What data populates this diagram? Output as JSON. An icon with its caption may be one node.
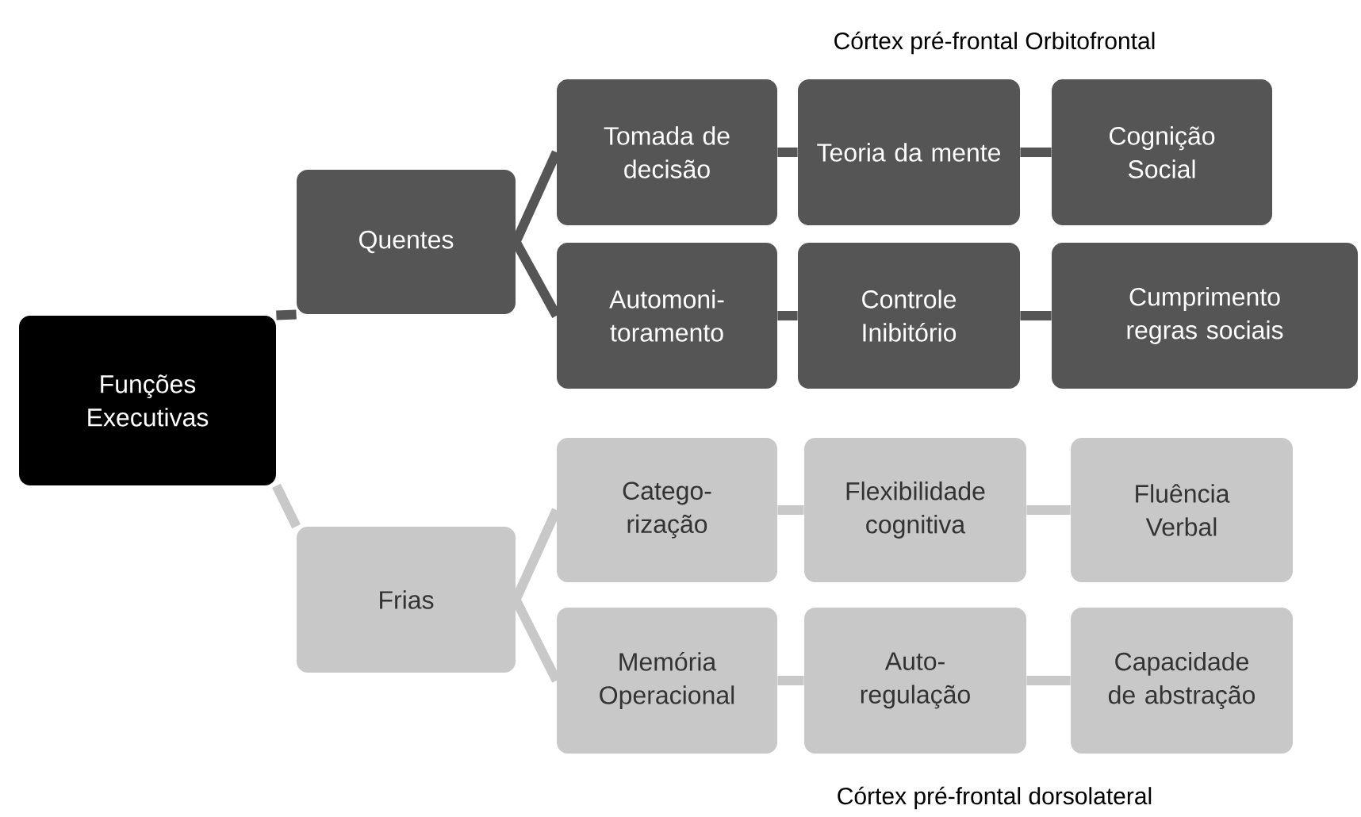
{
  "diagram": {
    "nodes": [
      {
        "text": [
          "Funções Executivas"
        ]
      },
      {
        "text": [
          "Quentes"
        ]
      },
      {
        "text": [
          "Tomada de decisão"
        ]
      },
      {
        "text": [
          "Teoria da mente"
        ]
      },
      {
        "text": [
          "Cognição Social"
        ]
      },
      {
        "text": [
          "Automoni- toramento"
        ]
      },
      {
        "text": [
          "Controle Inibitório"
        ]
      },
      {
        "text": [
          "Cumprimento regras sociais"
        ]
      },
      {
        "text": [
          "Frias"
        ]
      },
      {
        "text": [
          "Catego- rização"
        ]
      },
      {
        "text": [
          "Flexibilidade cognitiva"
        ]
      },
      {
        "text": [
          "Fluência Verbal"
        ]
      },
      {
        "text": [
          "Memória Operacional"
        ]
      },
      {
        "text": [
          "Auto- regulação"
        ]
      },
      {
        "text": [
          "Capacidade de abstração"
        ]
      }
    ],
    "edges": [
      {
        "from": 0,
        "to": 1,
        "arrow": "none"
      },
      {
        "from": 0,
        "to": 8,
        "arrow": "none",
        "color": "#c8c8c8"
      },
      {
        "from": 1,
        "to": 2,
        "arrow": "none"
      },
      {
        "from": 1,
        "to": 5,
        "arrow": "none"
      },
      {
        "from": 2,
        "to": 3,
        "arrow": "none"
      },
      {
        "from": 3,
        "to": 4,
        "arrow": "none"
      },
      {
        "from": 5,
        "to": 6,
        "arrow": "none"
      },
      {
        "from": 6,
        "to": 7,
        "arrow": "none"
      },
      {
        "from": 8,
        "to": 9,
        "arrow": "none",
        "color": "#c8c8c8"
      },
      {
        "from": 8,
        "to": 12,
        "arrow": "none",
        "color": "#c8c8c8"
      },
      {
        "from": 9,
        "to": 10,
        "arrow": "none",
        "color": "#c8c8c8"
      },
      {
        "from": 10,
        "to": 11,
        "arrow": "none",
        "color": "#c8c8c8"
      },
      {
        "from": 12,
        "to": 13,
        "arrow": "none",
        "color": "#c8c8c8"
      },
      {
        "from": 13,
        "to": 14,
        "arrow": "none",
        "color": "#c8c8c8"
      }
    ],
    "labels": [
      "Córtex pré-frontal Orbitofrontal",
      "Córtex pré-frontal dorsolateral"
    ]
  }
}
